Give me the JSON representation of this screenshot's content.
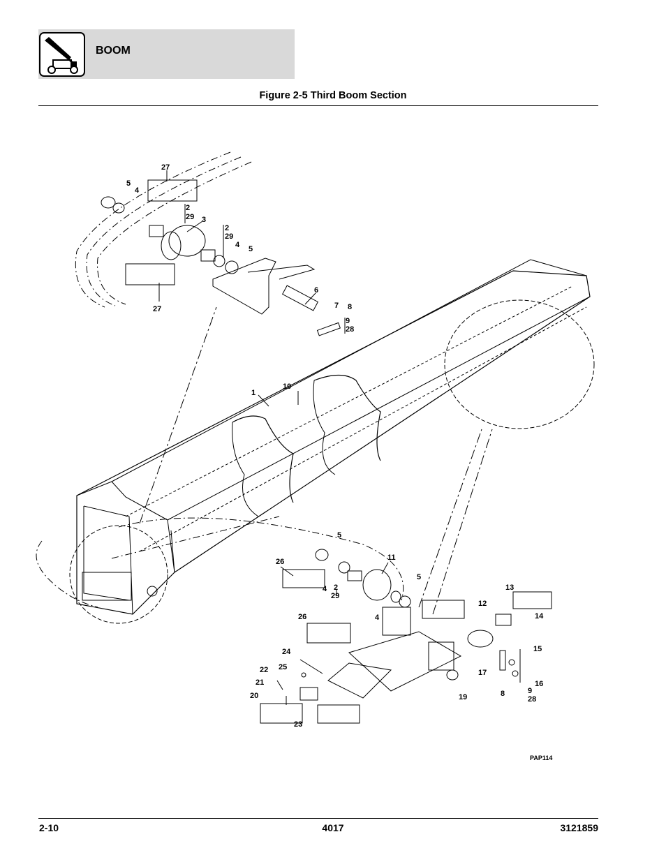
{
  "header": {
    "section_title": "BOOM",
    "logo_icon": "telehandler-boom-icon"
  },
  "figure": {
    "title": "Figure 2-5 Third Boom Section",
    "drawing_code": "PAP114"
  },
  "callouts": [
    "27",
    "5",
    "4",
    "2",
    "29",
    "3",
    "2",
    "29",
    "4",
    "5",
    "27",
    "6",
    "7",
    "8",
    "9",
    "28",
    "1",
    "10",
    "5",
    "26",
    "11",
    "5",
    "4",
    "2",
    "29",
    "4",
    "26",
    "13",
    "12",
    "14",
    "15",
    "24",
    "25",
    "22",
    "21",
    "20",
    "23",
    "17",
    "16",
    "19",
    "8",
    "9",
    "28"
  ],
  "footer": {
    "page": "2-10",
    "model": "4017",
    "doc_number": "3121859"
  }
}
